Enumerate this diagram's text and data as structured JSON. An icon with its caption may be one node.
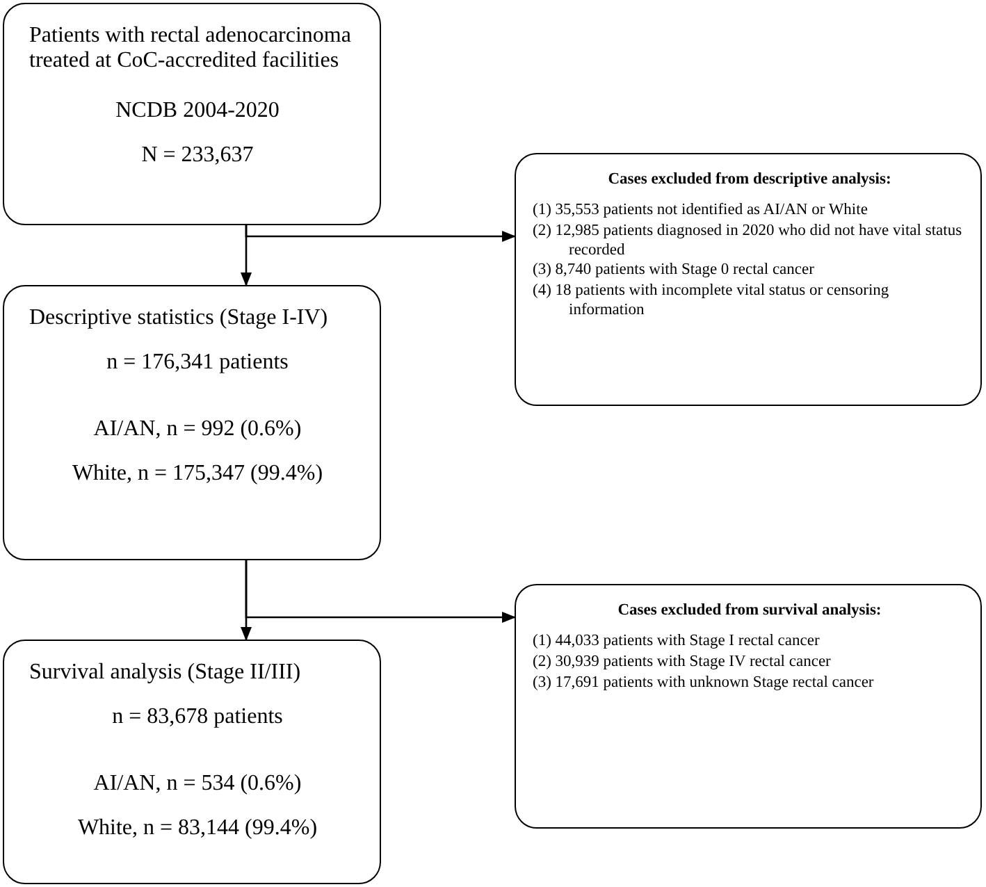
{
  "diagram": {
    "nodes": [
      {
        "text": [
          "Patients with rectal adenocarcinoma treated at CoC-accredited facilities",
          "NCDB 2004-2020",
          "N = 233,637"
        ]
      },
      {
        "text": [
          "Cases excluded from descriptive analysis:",
          "(1) 35,553 patients not identified as AI/AN or White",
          "(2) 12,985 patients diagnosed in 2020 who did not have vital status recorded",
          "(3) 8,740 patients with Stage 0 rectal cancer",
          "(4) 18 patients with incomplete vital status or censoring information"
        ]
      },
      {
        "text": [
          "Descriptive statistics (Stage I-IV)",
          "n = 176,341 patients",
          "AI/AN, n = 992 (0.6%)",
          "White, n = 175,347 (99.4%)"
        ]
      },
      {
        "text": [
          "Cases excluded from survival analysis:",
          "(1) 44,033 patients with Stage I rectal cancer",
          "(2) 30,939 patients with Stage IV rectal cancer",
          "(3) 17,691 patients with unknown Stage rectal cancer"
        ]
      },
      {
        "text": [
          "Survival analysis (Stage II/III)",
          "n = 83,678 patients",
          "AI/AN, n = 534 (0.6%)",
          "White, n = 83,144 (99.4%)"
        ]
      }
    ],
    "edges": [
      {
        "from": 0,
        "to": 2,
        "arrow": "to"
      },
      {
        "from": 0,
        "to": 1,
        "arrow": "to"
      },
      {
        "from": 2,
        "to": 4,
        "arrow": "to"
      },
      {
        "from": 2,
        "to": 3,
        "arrow": "to"
      }
    ]
  }
}
